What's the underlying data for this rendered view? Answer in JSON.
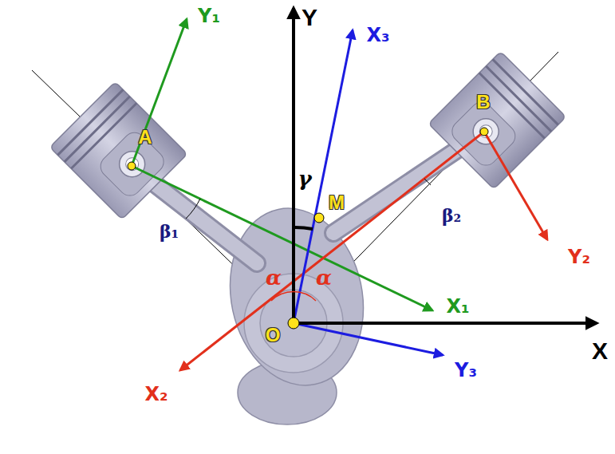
{
  "diagram": {
    "labels": [
      "Y",
      "X",
      "Y₁",
      "X₁",
      "Y₂",
      "X₂",
      "X₃",
      "Y₃",
      "A",
      "B",
      "M",
      "O",
      "γ",
      "β₁",
      "β₂",
      "α",
      "α"
    ]
  }
}
